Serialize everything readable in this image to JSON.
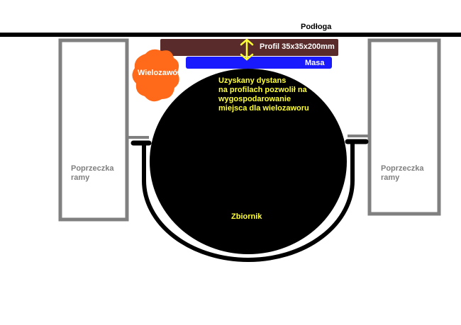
{
  "labels": {
    "floor": "Podłoga",
    "profile": "Profil 35x35x200mm",
    "mass": "Masa",
    "valve": "Wielozawór",
    "note": [
      "Uzyskany dystans",
      "na profilach pozwolił na",
      "wygospodarowanie",
      "miejsca dla wielozaworu"
    ],
    "tank": "Zbiornik",
    "crossbar_left": "Poprzeczka ramy",
    "crossbar_right": "Poprzeczka ramy"
  },
  "colors": {
    "floor": "#000000",
    "profile": "#5a2b2b",
    "mass": "#1a1aff",
    "valve": "#ff6a1a",
    "arrow": "#ffff33",
    "tank": "#000000",
    "crossbar": "#808080",
    "note_text": "#ffff33"
  }
}
